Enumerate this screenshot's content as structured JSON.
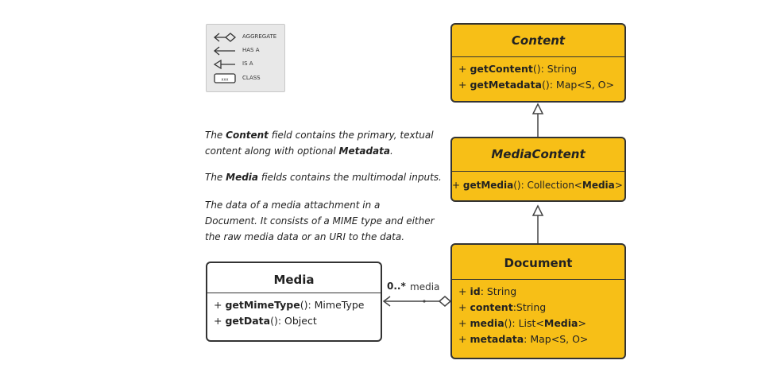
{
  "legend": {
    "items": [
      {
        "label": "AGGREGATE",
        "icon": "aggregate-diamond-icon"
      },
      {
        "label": "HAS A",
        "icon": "has-a-arrow-icon"
      },
      {
        "label": "IS A",
        "icon": "is-a-triangle-icon"
      },
      {
        "label": "CLASS",
        "icon": "class-box-icon",
        "icon_text": "xxx"
      }
    ]
  },
  "notes": {
    "content": {
      "line1_pre": "The ",
      "line1_bold": "Content",
      "line1_post": " field contains the primary, textual",
      "line2_pre": " content along with optional ",
      "line2_bold": "Metadata",
      "line2_post": "."
    },
    "media": {
      "pre": "The ",
      "bold": "Media",
      "post": " fields contains the multimodal inputs."
    },
    "attachment": {
      "line1": "The data of a media attachment in a",
      "line2": "Document. It consists of a MIME type and either",
      "line3": "the raw media data or an URI to the data."
    }
  },
  "classes": {
    "content": {
      "title": "Content",
      "members": [
        {
          "prefix": "+ ",
          "name": "getContent",
          "suffix": "(): String"
        },
        {
          "prefix": "+ ",
          "name": "getMetadata",
          "suffix": "(): Map<S, O>"
        }
      ]
    },
    "media_content": {
      "title": "MediaContent",
      "members": [
        {
          "prefix": "+ ",
          "name": "getMedia",
          "suffix": "(): Collection<",
          "bold2": "Media",
          "suffix2": ">"
        }
      ]
    },
    "document": {
      "title": "Document",
      "members": [
        {
          "prefix": "+ ",
          "name": "id",
          "suffix": ": String"
        },
        {
          "prefix": "+ ",
          "name": "content",
          "suffix": ":String"
        },
        {
          "prefix": "+ ",
          "name": "media",
          "suffix": "(): List<",
          "bold2": "Media",
          "suffix2": ">"
        },
        {
          "prefix": "+ ",
          "name": "metadata",
          "suffix": ": Map<S, O>"
        }
      ]
    },
    "media": {
      "title": "Media",
      "members": [
        {
          "prefix": "+ ",
          "name": "getMimeType",
          "suffix": "(): MimeType"
        },
        {
          "prefix": "+ ",
          "name": "getData",
          "suffix": "(): Object"
        }
      ]
    }
  },
  "association": {
    "multiplicity": "0..*",
    "role": "media"
  },
  "colors": {
    "class_fill": "#f7bf17",
    "line": "#444444",
    "legend_bg": "#e8e8e8"
  }
}
